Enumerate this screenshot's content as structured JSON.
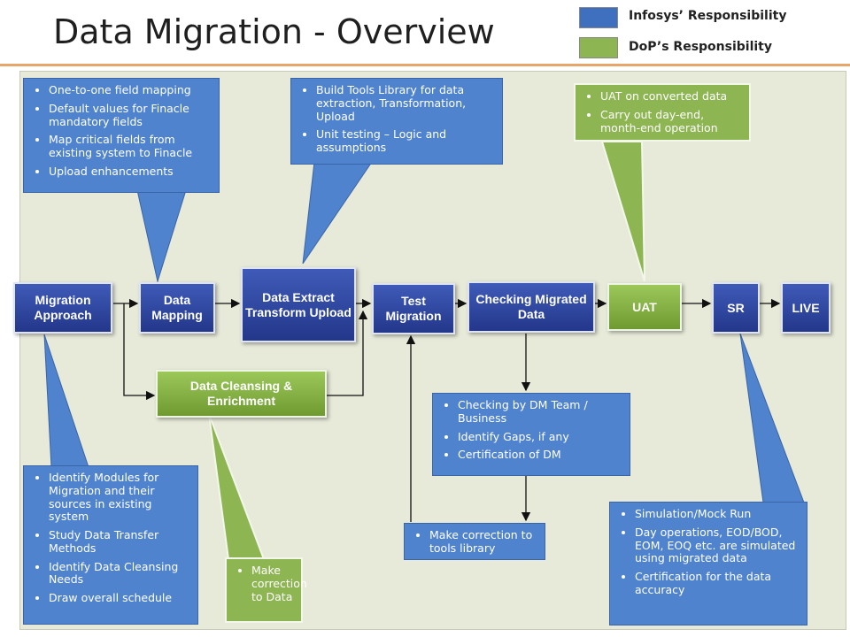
{
  "title": "Data Migration - Overview",
  "legend": {
    "infosys": "Infosys’ Responsibility",
    "dop": "DoP’s Responsibility",
    "infosys_color": "#3f6fbf",
    "dop_color": "#8db552"
  },
  "steps": {
    "migration_approach": "Migration Approach",
    "data_mapping": "Data Mapping",
    "data_extract": "Data Extract Transform Upload",
    "test_migration": "Test Migration",
    "checking": "Checking Migrated Data",
    "uat": "UAT",
    "sr": "SR",
    "live": "LIVE",
    "cleansing": "Data Cleansing & Enrichment"
  },
  "callouts": {
    "mapping": [
      "One-to-one field mapping",
      "Default values for Finacle mandatory fields",
      "Map critical fields from existing system to Finacle",
      "Upload enhancements"
    ],
    "tools": [
      "Build Tools Library for data extraction, Transformation, Upload",
      "Unit testing – Logic and assumptions"
    ],
    "uat": [
      "UAT on converted data",
      "Carry out day-end, month-end operation"
    ],
    "approach": [
      "Identify Modules for Migration and their sources in existing system",
      "Study Data Transfer Methods",
      "Identify Data Cleansing Needs",
      "Draw overall schedule"
    ],
    "cleansing": [
      "Make correction to Data"
    ],
    "checking": [
      "Checking by DM Team / Business",
      "Identify Gaps, if any",
      "Certification of DM"
    ],
    "correction": [
      "Make correction to tools library"
    ],
    "sr": [
      "Simulation/Mock Run",
      "Day operations, EOD/BOD, EOM, EOQ etc. are simulated using migrated data",
      "Certification for the data accuracy"
    ]
  }
}
